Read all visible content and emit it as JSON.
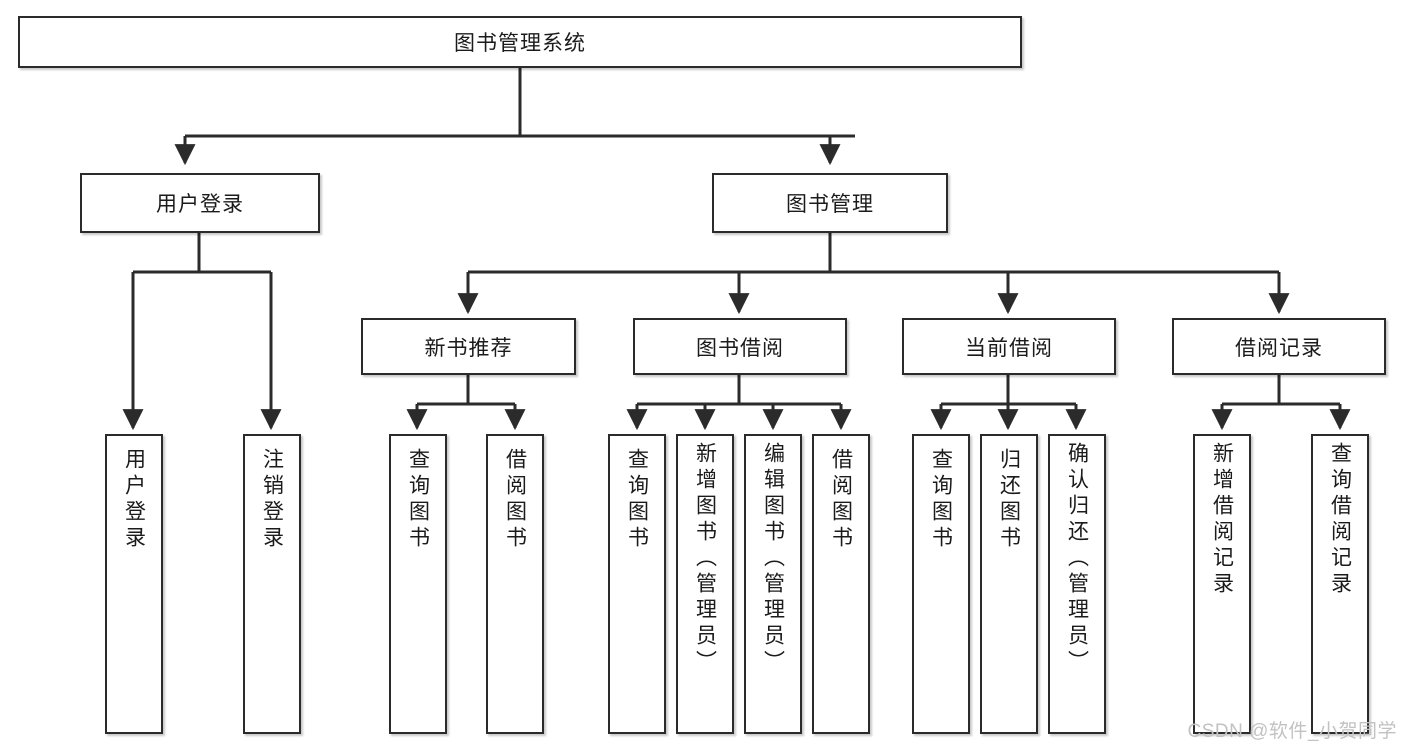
{
  "diagram": {
    "type": "tree-hierarchy",
    "title": "图书管理系统",
    "root": {
      "label": "图书管理系统"
    },
    "level2": [
      {
        "id": "user-login",
        "label": "用户登录"
      },
      {
        "id": "book-manage",
        "label": "图书管理"
      }
    ],
    "level3": [
      {
        "id": "new-book-recommend",
        "label": "新书推荐",
        "parent": "book-manage"
      },
      {
        "id": "book-borrow",
        "label": "图书借阅",
        "parent": "book-manage"
      },
      {
        "id": "current-borrow",
        "label": "当前借阅",
        "parent": "book-manage"
      },
      {
        "id": "borrow-record",
        "label": "借阅记录",
        "parent": "book-manage"
      }
    ],
    "leaves": [
      {
        "id": "leaf-user-login",
        "label": "用户登录",
        "parent": "user-login"
      },
      {
        "id": "leaf-user-logout",
        "label": "注销登录",
        "parent": "user-login"
      },
      {
        "id": "leaf-query-book-1",
        "label": "查询图书",
        "parent": "new-book-recommend"
      },
      {
        "id": "leaf-borrow-book-1",
        "label": "借阅图书",
        "parent": "new-book-recommend"
      },
      {
        "id": "leaf-query-book-2",
        "label": "查询图书",
        "parent": "book-borrow"
      },
      {
        "id": "leaf-add-book",
        "label": "新增图书（管理员）",
        "parent": "book-borrow"
      },
      {
        "id": "leaf-edit-book",
        "label": "编辑图书（管理员）",
        "parent": "book-borrow"
      },
      {
        "id": "leaf-borrow-book-2",
        "label": "借阅图书",
        "parent": "book-borrow"
      },
      {
        "id": "leaf-query-book-3",
        "label": "查询图书",
        "parent": "current-borrow"
      },
      {
        "id": "leaf-return-book",
        "label": "归还图书",
        "parent": "current-borrow"
      },
      {
        "id": "leaf-confirm-return",
        "label": "确认归还（管理员）",
        "parent": "current-borrow"
      },
      {
        "id": "leaf-add-record",
        "label": "新增借阅记录",
        "parent": "borrow-record"
      },
      {
        "id": "leaf-query-record",
        "label": "查询借阅记录",
        "parent": "borrow-record"
      }
    ]
  },
  "watermark": {
    "text": "CSDN @软件_小贺同学"
  },
  "colors": {
    "box_border": "#2b2b2b",
    "box_fill": "#ffffff",
    "connector": "#2b2b2b",
    "text": "#1b1b1b",
    "watermark": "#c2c2c2",
    "background": "#ffffff"
  }
}
